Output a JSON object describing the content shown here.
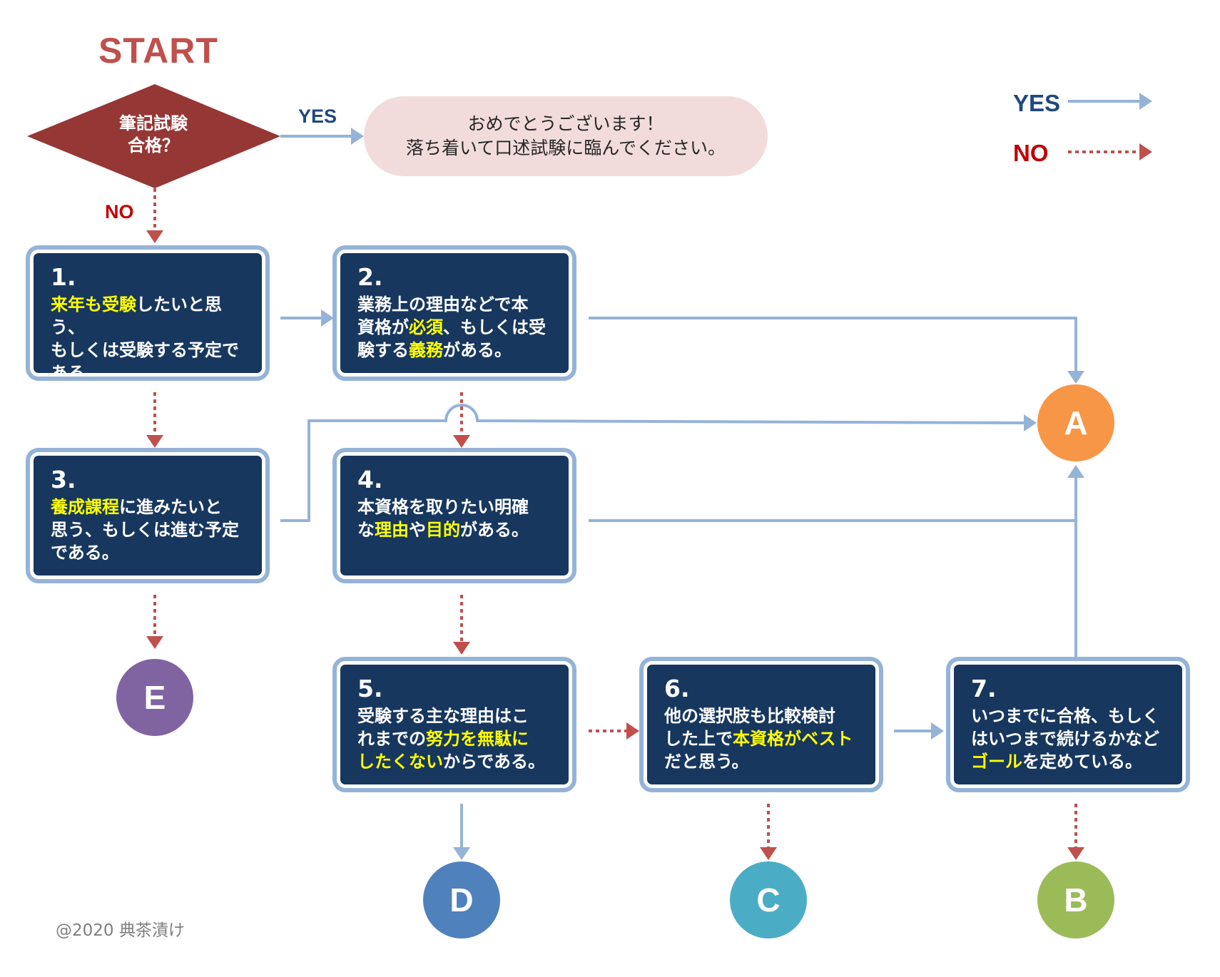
{
  "start": "START",
  "decision": {
    "line1": "筆記試験",
    "line2": "合格？"
  },
  "yes_label": "YES",
  "no_label": "NO",
  "congrats": {
    "line1": "おめでとうございます！",
    "line2": "落ち着いて口述試験に臨んでください。"
  },
  "legend": {
    "yes": "YES",
    "no": "NO"
  },
  "boxes": [
    {
      "num": "1.",
      "lines": [
        [
          {
            "t": "来年も受験",
            "h": true
          },
          {
            "t": "したいと思う、",
            "h": false
          }
        ],
        [
          {
            "t": "もしくは受験する予定で",
            "h": false
          }
        ],
        [
          {
            "t": "ある。",
            "h": false
          }
        ]
      ]
    },
    {
      "num": "2.",
      "lines": [
        [
          {
            "t": "業務上の理由などで本",
            "h": false
          }
        ],
        [
          {
            "t": "資格が",
            "h": false
          },
          {
            "t": "必須",
            "h": true
          },
          {
            "t": "、もしくは受",
            "h": false
          }
        ],
        [
          {
            "t": "験する",
            "h": false
          },
          {
            "t": "義務",
            "h": true
          },
          {
            "t": "がある。",
            "h": false
          }
        ]
      ]
    },
    {
      "num": "3.",
      "lines": [
        [
          {
            "t": "養成課程",
            "h": true
          },
          {
            "t": "に進みたいと",
            "h": false
          }
        ],
        [
          {
            "t": "思う、もしくは進む予定",
            "h": false
          }
        ],
        [
          {
            "t": "である。",
            "h": false
          }
        ]
      ]
    },
    {
      "num": "4.",
      "lines": [
        [
          {
            "t": "本資格を取りたい明確",
            "h": false
          }
        ],
        [
          {
            "t": "な",
            "h": false
          },
          {
            "t": "理由",
            "h": true
          },
          {
            "t": "や",
            "h": false
          },
          {
            "t": "目的",
            "h": true
          },
          {
            "t": "がある。",
            "h": false
          }
        ]
      ]
    },
    {
      "num": "5.",
      "lines": [
        [
          {
            "t": "受験する主な理由はこ",
            "h": false
          }
        ],
        [
          {
            "t": "れまでの",
            "h": false
          },
          {
            "t": "努力を無駄に",
            "h": true
          }
        ],
        [
          {
            "t": "したくない",
            "h": true
          },
          {
            "t": "からである。",
            "h": false
          }
        ]
      ]
    },
    {
      "num": "6.",
      "lines": [
        [
          {
            "t": "他の選択肢も比較検討",
            "h": false
          }
        ],
        [
          {
            "t": "した上で",
            "h": false
          },
          {
            "t": "本資格がベスト",
            "h": true
          }
        ],
        [
          {
            "t": "だと思う。",
            "h": false
          }
        ]
      ]
    },
    {
      "num": "7.",
      "lines": [
        [
          {
            "t": "いつまでに合格、もしく",
            "h": false
          }
        ],
        [
          {
            "t": "はいつまで続けるかなど",
            "h": false
          }
        ],
        [
          {
            "t": "ゴール",
            "h": true
          },
          {
            "t": "を定めている。",
            "h": false
          }
        ]
      ]
    }
  ],
  "results": {
    "A": {
      "label": "A",
      "color": "#f79646"
    },
    "B": {
      "label": "B",
      "color": "#9bbb59"
    },
    "C": {
      "label": "C",
      "color": "#4bacc6"
    },
    "D": {
      "label": "D",
      "color": "#4f81bd"
    },
    "E": {
      "label": "E",
      "color": "#8064a2"
    }
  },
  "colors": {
    "yes_arrow": "#95b3d7",
    "no_arrow": "#c0504d",
    "decision": "#953735",
    "box_fill": "#17375e",
    "highlight": "#ffff00"
  },
  "copyright": "@2020 典茶漬け"
}
